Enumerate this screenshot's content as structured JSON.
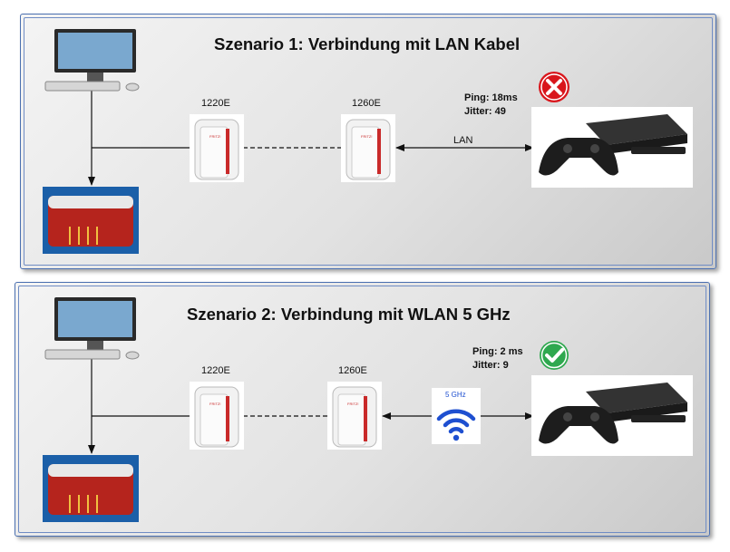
{
  "scenario1": {
    "title": "Szenario 1: Verbindung mit LAN Kabel",
    "adapter_a": "1220E",
    "adapter_b": "1260E",
    "link_label": "LAN",
    "ping": "Ping: 18ms",
    "jitter": "Jitter: 49",
    "status_icon": "error-x-icon",
    "status_color": "#d9161c"
  },
  "scenario2": {
    "title": "Szenario 2: Verbindung mit WLAN 5 GHz",
    "adapter_a": "1220E",
    "adapter_b": "1260E",
    "wifi_label": "5 GHz",
    "ping": "Ping: 2 ms",
    "jitter": "Jitter: 9",
    "status_icon": "check-icon",
    "status_color": "#2fa84f"
  },
  "colors": {
    "panel_border": "#4a6fb0",
    "router_red": "#b5241d",
    "wifi_blue": "#1e4fd0"
  }
}
